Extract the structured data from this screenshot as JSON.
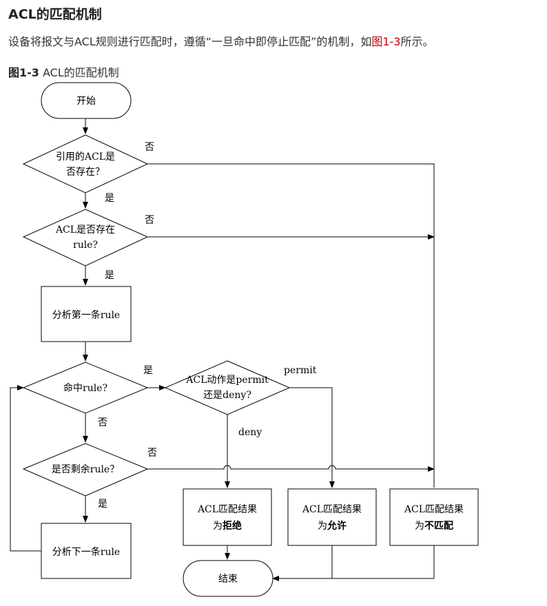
{
  "section": {
    "title": "ACL的匹配机制",
    "intro_before": "设备将报文与ACL规则进行匹配时，遵循“一旦命中即停止匹配”的机制，如",
    "intro_link": "图1-3",
    "intro_after": "所示。"
  },
  "figure": {
    "number": "图1-3",
    "caption": " ACL的匹配机制"
  },
  "flowchart": {
    "nodes": {
      "start": "开始",
      "d_acl_exists": [
        "引用的ACL是",
        "否存在？"
      ],
      "d_rule_exists": [
        "ACL是否存在",
        "rule?"
      ],
      "p_first_rule": "分析第一条rule",
      "d_hit_rule": "命中rule?",
      "d_action": [
        "ACL动作是permit",
        "还是deny?"
      ],
      "d_remaining": "是否剩余rule？",
      "p_next_rule": "分析下一条rule",
      "r_deny": {
        "line1": "ACL匹配结果",
        "prefix": "为",
        "bold": "拒绝"
      },
      "r_permit": {
        "line1": "ACL匹配结果",
        "prefix": "为",
        "bold": "允许"
      },
      "r_nomatch": {
        "line1": "ACL匹配结果",
        "prefix": "为",
        "bold": "不匹配"
      },
      "end": "结束"
    },
    "edge_labels": {
      "no_1": "否",
      "yes_1": "是",
      "no_2": "否",
      "yes_2": "是",
      "yes_3": "是",
      "no_3": "否",
      "no_4": "否",
      "yes_4": "是",
      "permit": "permit",
      "deny": "deny"
    }
  }
}
